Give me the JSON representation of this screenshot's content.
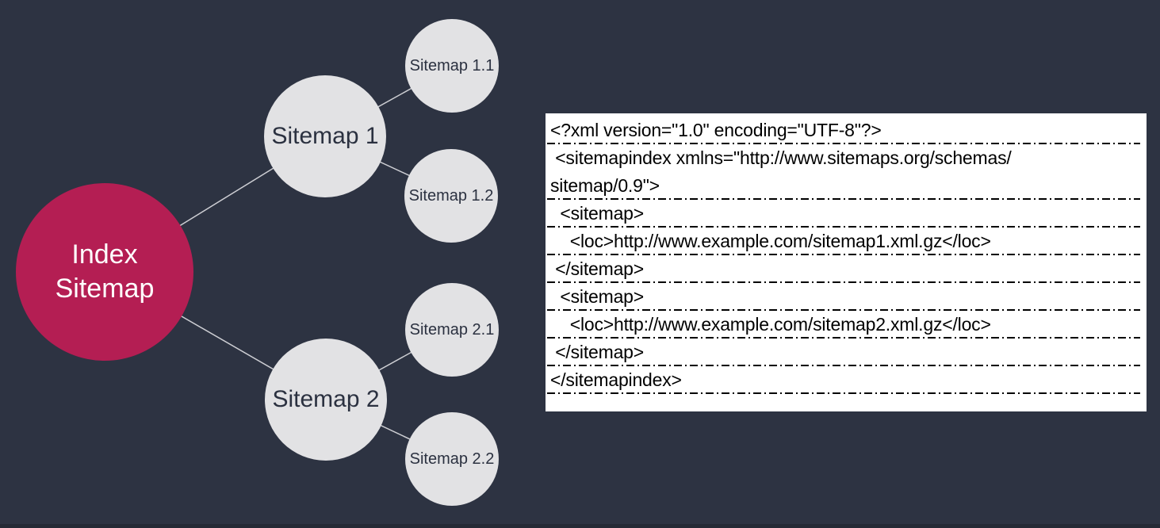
{
  "colors": {
    "bg": "#2d3342",
    "footer_bar": "#252a35",
    "root_fill": "#b41e53",
    "root_text": "#ffffff",
    "node_fill": "#e2e2e4",
    "node_text": "#2b3140",
    "connector": "#cdced3",
    "panel_bg": "#ffffff",
    "panel_text": "#000000",
    "separator": "#000000"
  },
  "tree": {
    "root": {
      "label": "Index\nSitemap"
    },
    "nodes": [
      {
        "id": "sitemap-1",
        "label": "Sitemap 1"
      },
      {
        "id": "sitemap-2",
        "label": "Sitemap 2"
      },
      {
        "id": "sitemap-1-1",
        "label": "Sitemap 1.1"
      },
      {
        "id": "sitemap-1-2",
        "label": "Sitemap 1.2"
      },
      {
        "id": "sitemap-2-1",
        "label": "Sitemap 2.1"
      },
      {
        "id": "sitemap-2-2",
        "label": "Sitemap 2.2"
      }
    ]
  },
  "xml_panel": {
    "rows": [
      {
        "text": "<?xml version=\"1.0\" encoding=\"UTF-8\"?>"
      },
      {
        "text": " <sitemapindex xmlns=\"http://www.sitemaps.org/schemas/\nsitemap/0.9\">"
      },
      {
        "text": "  <sitemap>"
      },
      {
        "text": "    <loc>http://www.example.com/sitemap1.xml.gz</loc>"
      },
      {
        "text": " </sitemap>"
      },
      {
        "text": "  <sitemap>"
      },
      {
        "text": "    <loc>http://www.example.com/sitemap2.xml.gz</loc>"
      },
      {
        "text": " </sitemap>"
      },
      {
        "text": "</sitemapindex>"
      }
    ]
  }
}
